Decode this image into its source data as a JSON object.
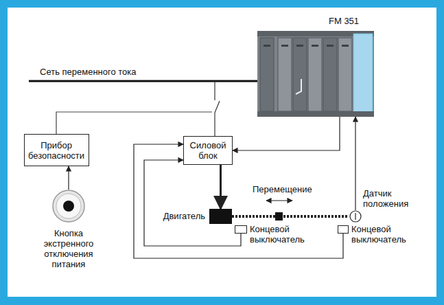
{
  "diagram": {
    "nodes": [
      {
        "text": [
          "FM 351"
        ]
      },
      {
        "text": [
          "Прибор безопасности"
        ]
      },
      {
        "text": [
          "Силовой блок"
        ]
      },
      {
        "text": [
          "Кнопка экстренного отключения питания"
        ]
      },
      {
        "text": [
          "Двигатель"
        ]
      },
      {
        "text": [
          "Концевой выключатель"
        ]
      },
      {
        "text": [
          "Датчик положения"
        ]
      },
      {
        "text": [
          "Концевой выключатель"
        ]
      }
    ],
    "edges": [
      {
        "from": 3,
        "to": 1,
        "arrow": "to"
      },
      {
        "from": 0,
        "to": 2,
        "arrow": "to"
      },
      {
        "from": 2,
        "to": 4,
        "arrow": "to"
      },
      {
        "from": 6,
        "to": 0,
        "arrow": "to"
      },
      {
        "from": 5,
        "to": 2,
        "arrow": "to"
      },
      {
        "from": 7,
        "to": 2,
        "arrow": "to"
      }
    ],
    "labels": [
      "Сеть переменного тока",
      "Перемещение"
    ]
  }
}
